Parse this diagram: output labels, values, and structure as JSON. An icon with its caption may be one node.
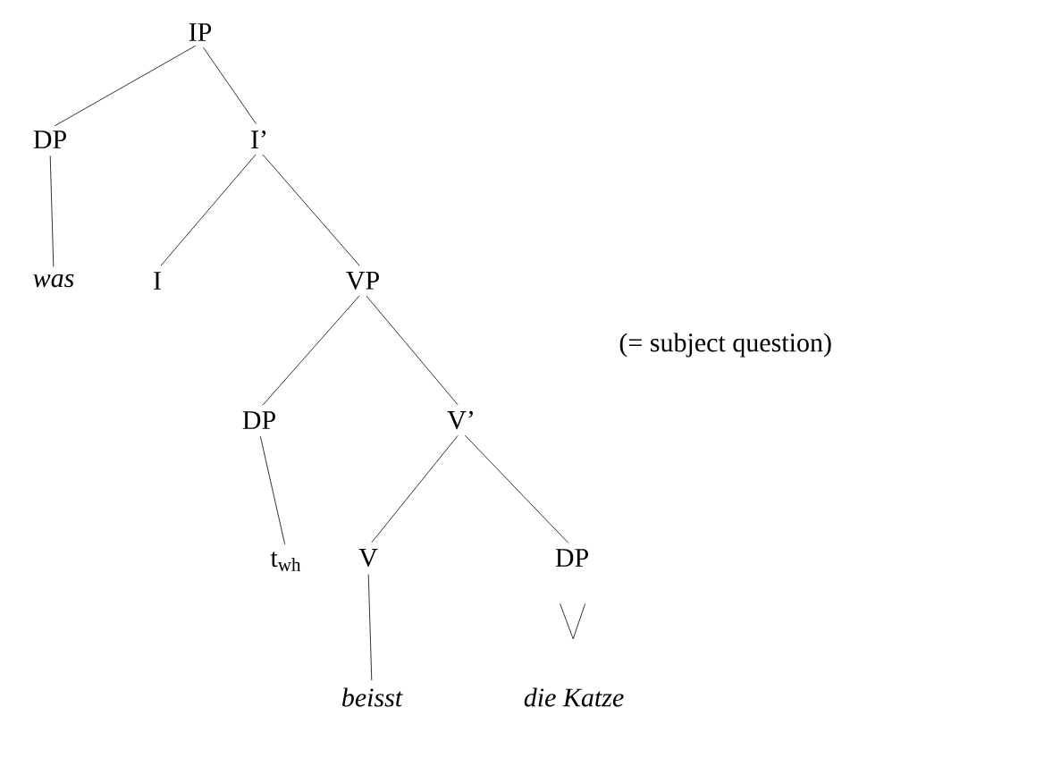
{
  "diagram": {
    "nodes": [
      {
        "text": [
          "IP"
        ]
      },
      {
        "text": [
          "DP"
        ]
      },
      {
        "text": [
          "I’"
        ]
      },
      {
        "text": [
          "was"
        ]
      },
      {
        "text": [
          "I"
        ]
      },
      {
        "text": [
          "VP"
        ]
      },
      {
        "text": [
          "DP"
        ]
      },
      {
        "text": [
          "V’"
        ]
      },
      {
        "text": [
          "t$_{wh}$"
        ]
      },
      {
        "text": [
          "V"
        ]
      },
      {
        "text": [
          "DP"
        ]
      },
      {
        "text": [
          "beisst"
        ]
      },
      {
        "text": [
          "die Katze"
        ]
      }
    ],
    "edges": [
      {
        "from": 0,
        "to": 1,
        "arrow": "none"
      },
      {
        "from": 0,
        "to": 2,
        "arrow": "none"
      },
      {
        "from": 1,
        "to": 3,
        "arrow": "none"
      },
      {
        "from": 2,
        "to": 4,
        "arrow": "none"
      },
      {
        "from": 2,
        "to": 5,
        "arrow": "none"
      },
      {
        "from": 5,
        "to": 6,
        "arrow": "none"
      },
      {
        "from": 5,
        "to": 7,
        "arrow": "none"
      },
      {
        "from": 6,
        "to": 8,
        "arrow": "none"
      },
      {
        "from": 7,
        "to": 9,
        "arrow": "none"
      },
      {
        "from": 7,
        "to": 10,
        "arrow": "none"
      },
      {
        "from": 9,
        "to": 11,
        "arrow": "none"
      },
      {
        "from": 10,
        "to": 12,
        "arrow": "to"
      }
    ],
    "labels": [
      "(= subject question)"
    ]
  }
}
